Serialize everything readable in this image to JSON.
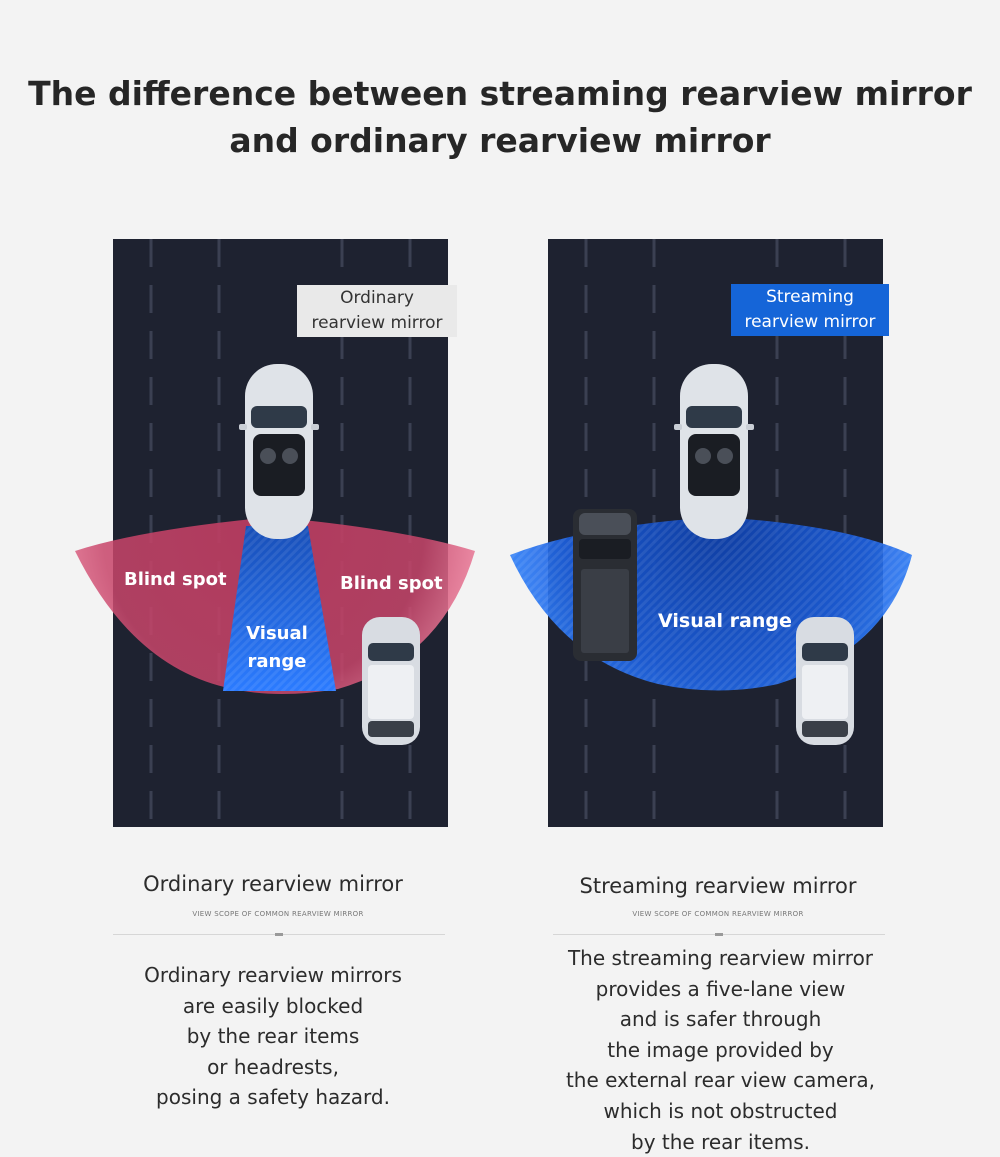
{
  "heading": {
    "line1": "The difference between streaming rearview mirror",
    "line2": "and ordinary rearview mirror"
  },
  "left_panel": {
    "tag": "Ordinary\nrearview mirror",
    "blind_spot_left": "Blind spot",
    "blind_spot_right": "Blind spot",
    "visual_range": "Visual\nrange",
    "zone_colors": {
      "blind": "#e0506f",
      "visual": "#1b6bff"
    }
  },
  "right_panel": {
    "tag": "Streaming\nrearview mirror",
    "visual_range": "Visual range",
    "zone_colors": {
      "visual": "#1b6bff"
    }
  },
  "left_caption": {
    "title": "Ordinary rearview mirror",
    "subtitle": "VIEW SCOPE OF COMMON REARVIEW MIRROR",
    "lines": [
      "Ordinary rearview mirrors",
      "are easily blocked",
      "by the rear items",
      "or headrests,",
      "posing a safety hazard."
    ]
  },
  "right_caption": {
    "title": "Streaming rearview mirror",
    "subtitle": "VIEW SCOPE OF COMMON REARVIEW MIRROR",
    "lines": [
      "The streaming rearview mirror",
      "provides a five-lane view",
      "and is safer through",
      "the image provided by",
      "the external rear view camera,",
      "which is not obstructed",
      "by the rear items."
    ]
  },
  "colors": {
    "road": "#1e2230",
    "lane": "#3a3f4e",
    "accent_blue": "#1565d8",
    "tag_gray": "#e9e9e9"
  }
}
